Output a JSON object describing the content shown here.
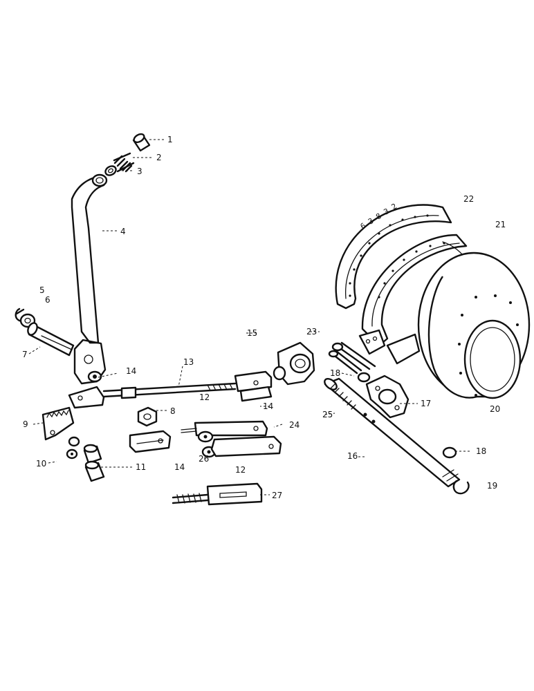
{
  "diagram": {
    "callouts": {
      "c1": "1",
      "c2": "2",
      "c3": "3",
      "c4": "4",
      "c5": "5",
      "c6": "6",
      "c7": "7",
      "c8": "8",
      "c9": "9",
      "c10": "10",
      "c11": "11",
      "c12a": "12",
      "c12b": "12",
      "c13": "13",
      "c14a": "14",
      "c14b": "14",
      "c14c": "14",
      "c15": "15",
      "c16": "16",
      "c17": "17",
      "c18a": "18",
      "c18b": "18",
      "c19": "19",
      "c20": "20",
      "c21": "21",
      "c22": "22",
      "c23": "23",
      "c24": "24",
      "c25": "25",
      "c26": "26",
      "c27": "27"
    },
    "band_stamp": "6 3 8 3 2"
  }
}
